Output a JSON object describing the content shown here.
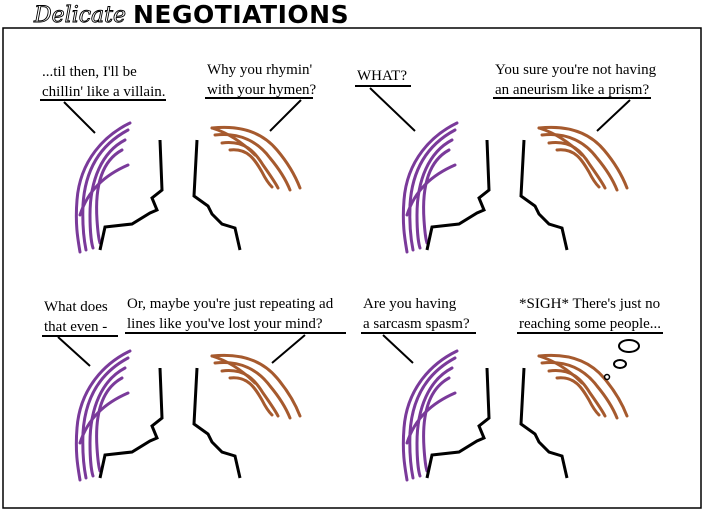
{
  "title": {
    "script": "Delicate",
    "bold": "NEGOTIATIONS"
  },
  "colors": {
    "left_hair": "#7a3a9a",
    "right_hair": "#a65a2e"
  },
  "panels": [
    {
      "left": [
        "...til then, I'll be",
        "chillin' like a villain."
      ],
      "right": [
        "Why you rhymin'",
        "with your hymen?"
      ]
    },
    {
      "left": [
        "WHAT?"
      ],
      "right": [
        "You sure you're not having",
        "an aneurism like a prism?"
      ]
    },
    {
      "left": [
        "What does",
        "that even -"
      ],
      "right": [
        "Or, maybe you're just repeating ad",
        "lines like you've lost your mind?"
      ]
    },
    {
      "left": [
        "Are you having",
        "a sarcasm spasm?"
      ],
      "right": [
        "*SIGH* There's just no",
        "reaching some people..."
      ]
    }
  ]
}
